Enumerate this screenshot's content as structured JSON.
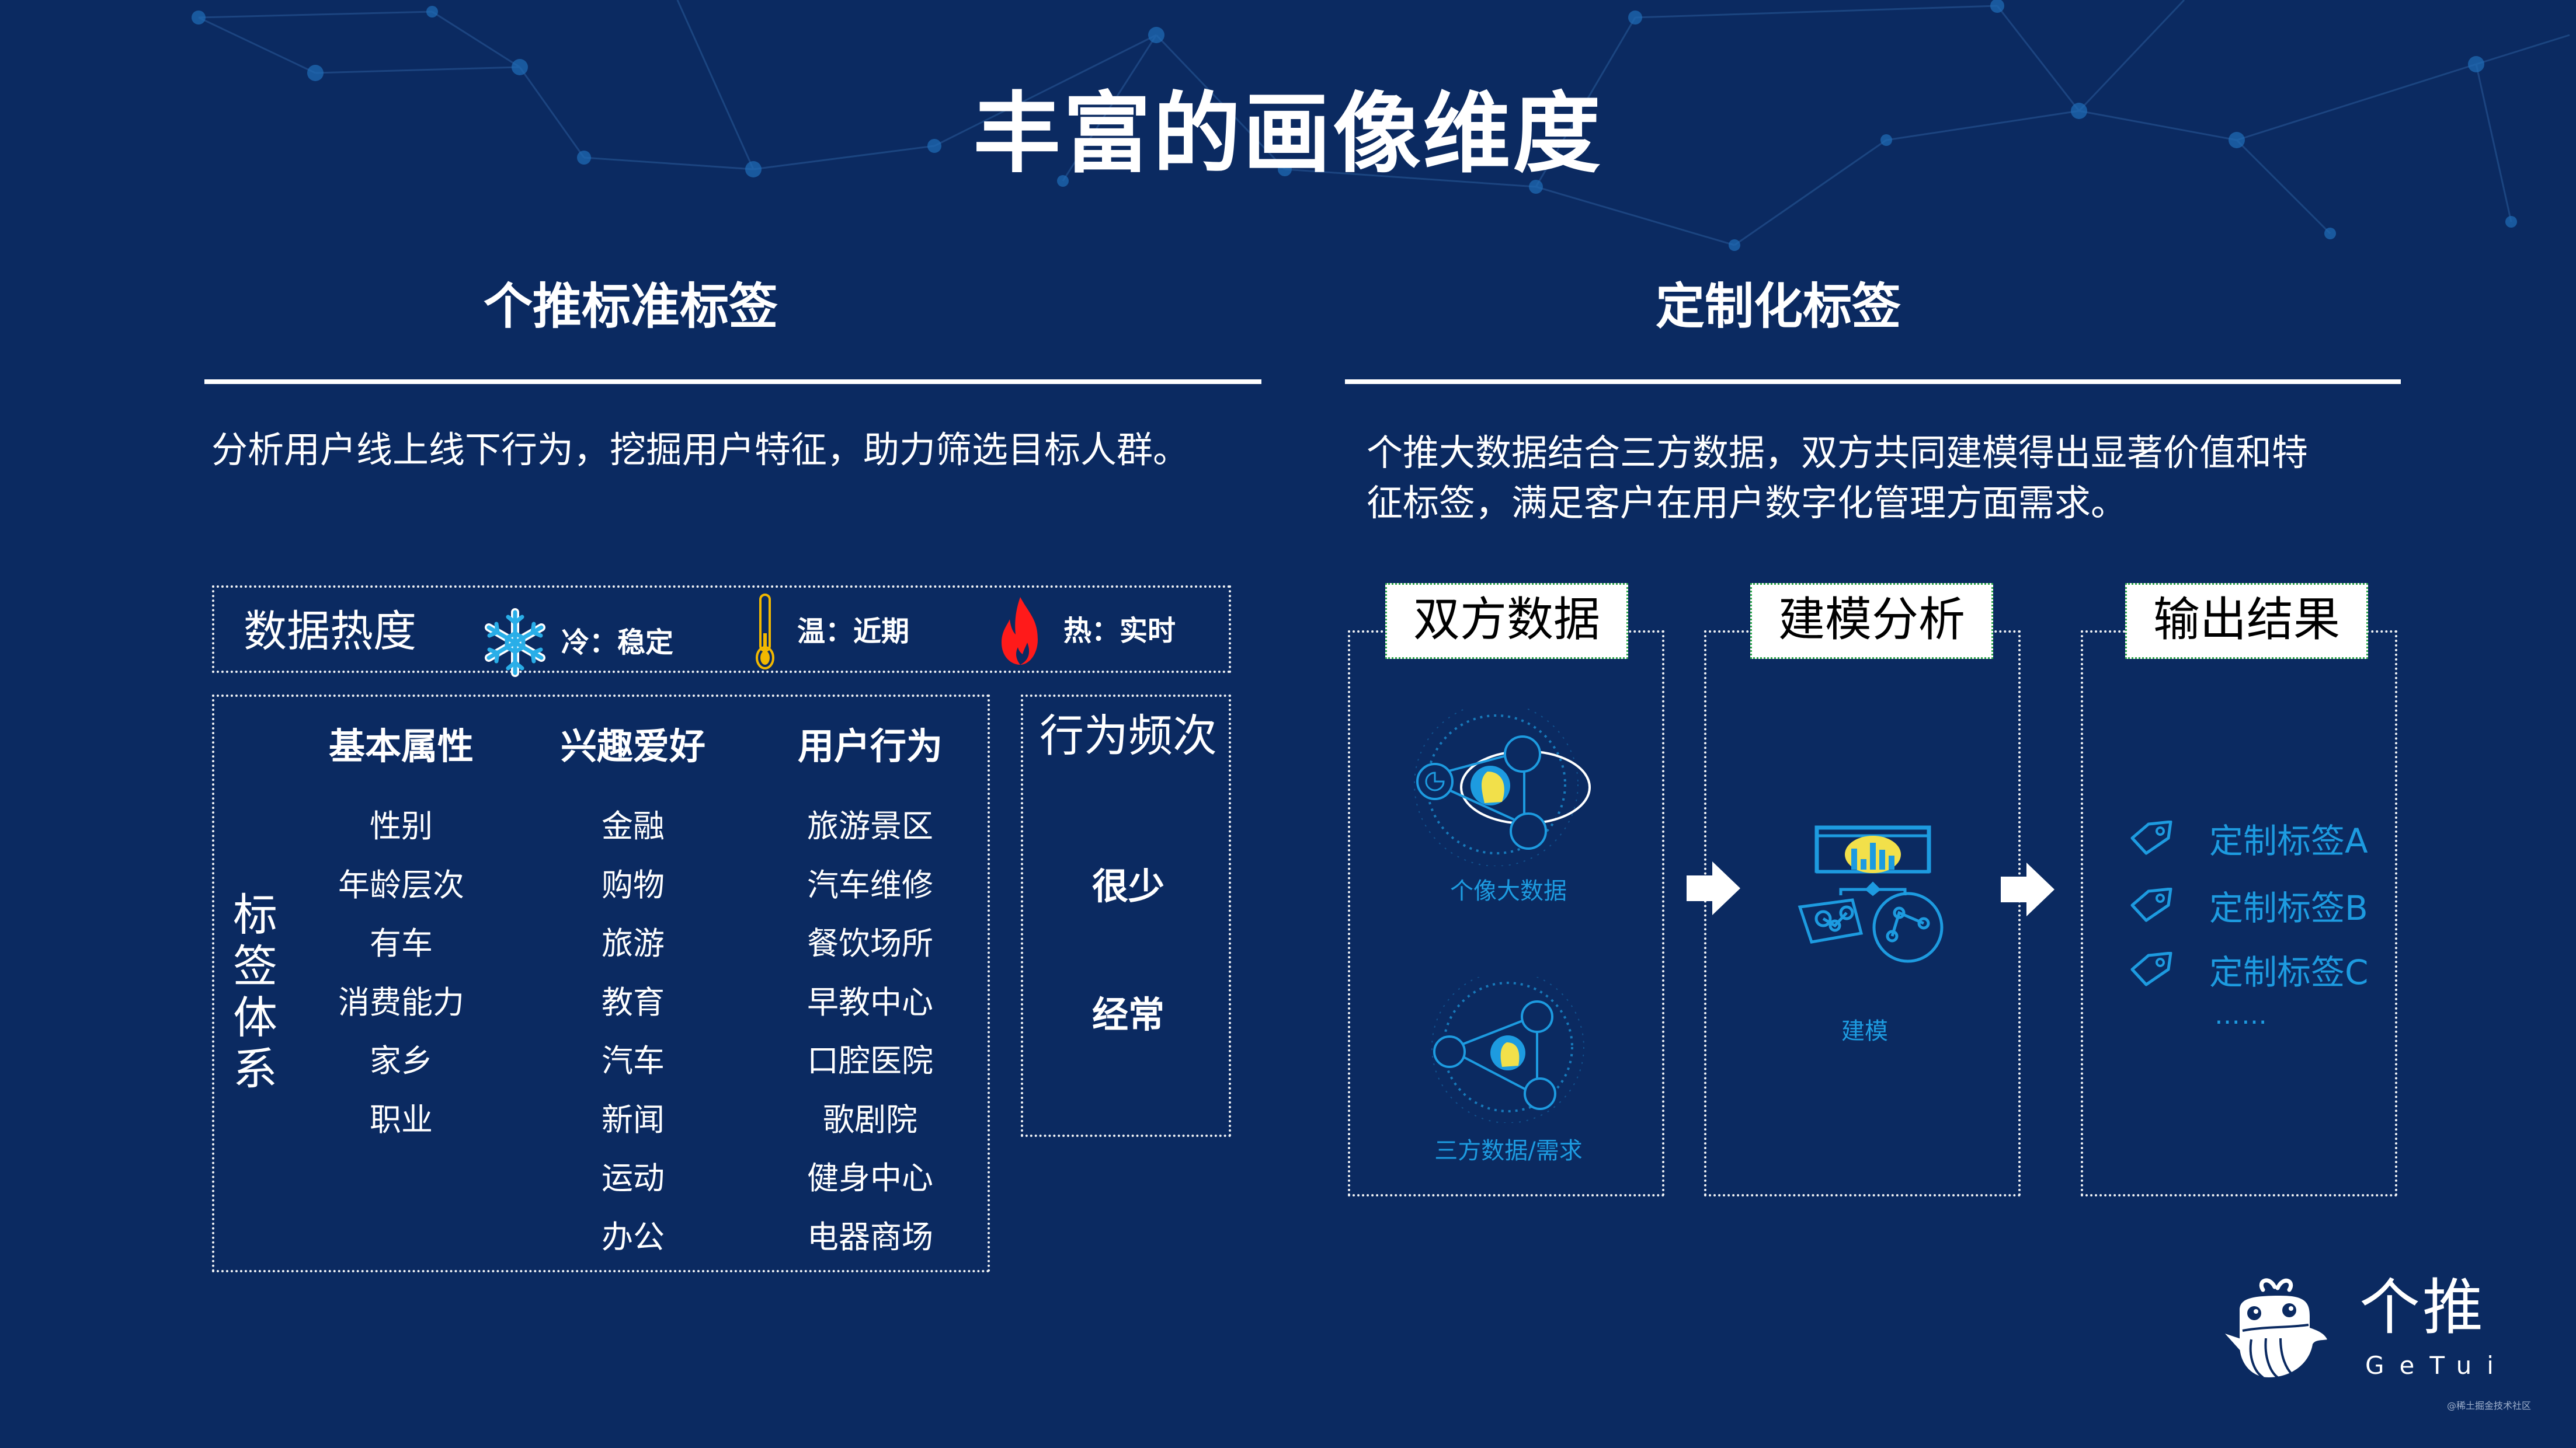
{
  "page": {
    "title": "丰富的画像维度"
  },
  "left": {
    "heading": "个推标准标签",
    "description": "分析用户线上线下行为，挖掘用户特征，助力筛选目标人群。",
    "heat": {
      "label": "数据热度",
      "items": [
        {
          "icon": "snowflake-icon",
          "text": "冷：稳定",
          "color": "#29aee8"
        },
        {
          "icon": "thermometer-icon",
          "text": "温：近期",
          "color": "#f2b800"
        },
        {
          "icon": "flame-icon",
          "text": "热：实时",
          "color": "#ff1a1a"
        }
      ]
    },
    "tag_system": {
      "vertical_label": [
        "标",
        "签",
        "体",
        "系"
      ],
      "columns": [
        {
          "header": "基本属性",
          "items": [
            "性别",
            "年龄层次",
            "有车",
            "消费能力",
            "家乡",
            "职业"
          ]
        },
        {
          "header": "兴趣爱好",
          "items": [
            "金融",
            "购物",
            "旅游",
            "教育",
            "汽车",
            "新闻",
            "运动",
            "办公"
          ]
        },
        {
          "header": "用户行为",
          "items": [
            "旅游景区",
            "汽车维修",
            "餐饮场所",
            "早教中心",
            "口腔医院",
            "歌剧院",
            "健身中心",
            "电器商场"
          ]
        }
      ]
    },
    "frequency": {
      "title": "行为频次",
      "items": [
        "很少",
        "经常"
      ]
    }
  },
  "right": {
    "heading": "定制化标签",
    "description_lines": [
      "个推大数据结合三方数据，双方共同建模得出显著价值和特",
      "征标签，满足客户在用户数字化管理方面需求。"
    ],
    "stages": [
      {
        "label": "双方数据",
        "captions": [
          "个像大数据",
          "三方数据/需求"
        ]
      },
      {
        "label": "建模分析",
        "captions": [
          "建模"
        ]
      },
      {
        "label": "输出结果",
        "tags": [
          "定制标签A",
          "定制标签B",
          "定制标签C"
        ],
        "more": "……"
      }
    ]
  },
  "brand": {
    "name_cn": "个推",
    "name_en": "GeTui",
    "watermark": "@稀土掘金技术社区"
  },
  "colors": {
    "background": "#0b2a61",
    "accent_blue": "#1d9be0",
    "accent_yellow": "#f2e04a",
    "label_border": "#2da84a"
  }
}
